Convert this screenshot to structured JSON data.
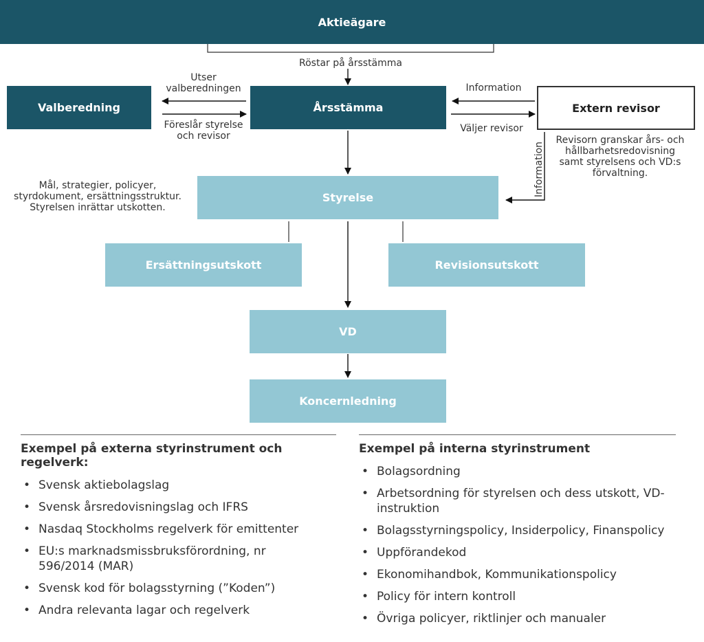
{
  "nodes": {
    "aktieagare": "Aktieägare",
    "arsstamma": "Årsstämma",
    "valberedning": "Valberedning",
    "extern_revisor": "Extern revisor",
    "styrelse": "Styrelse",
    "ersattningsutskott": "Ersättningsutskott",
    "revisionsutskott": "Revisionsutskott",
    "vd": "VD",
    "koncernledning": "Koncernledning"
  },
  "labels": {
    "rostar": "Röstar på årsstämma",
    "utser_1": "Utser",
    "utser_2": "valberedningen",
    "foreslar_1": "Föreslår styrelse",
    "foreslar_2": "och revisor",
    "information_top": "Information",
    "valjer_revisor": "Väljer revisor",
    "information_vertical": "Information",
    "revisor_note": [
      "Revisorn granskar års- och",
      "hållbarhetsredovisning",
      "samt styrelsens och VD:s",
      "förvaltning."
    ],
    "styrelse_note": [
      "Mål, strategier, policyer,",
      "styrdokument, ersättningsstruktur.",
      "Styrelsen inrättar utskotten."
    ]
  },
  "external": {
    "title": "Exempel på externa styrinstrument och regelverk:",
    "items": [
      "Svensk aktiebolagslag",
      "Svensk årsredovisningslag och IFRS",
      "Nasdaq Stockholms regelverk för emittenter",
      "EU:s marknadsmissbruksförordning, nr 596/2014 (MAR)",
      "Svensk kod för bolagsstyrning (”Koden”)",
      "Andra relevanta lagar och regelverk"
    ]
  },
  "internal": {
    "title": "Exempel på interna styrinstrument",
    "items": [
      "Bolagsordning",
      "Arbetsordning för styrelsen och dess utskott, VD-instruktion",
      "Bolagsstyrningspolicy, Insiderpolicy, Finanspolicy",
      "Uppförandekod",
      "Ekonomihandbok, Kommunikationspolicy",
      "Policy för intern kontroll",
      "Övriga policyer, riktlinjer och manualer"
    ]
  }
}
